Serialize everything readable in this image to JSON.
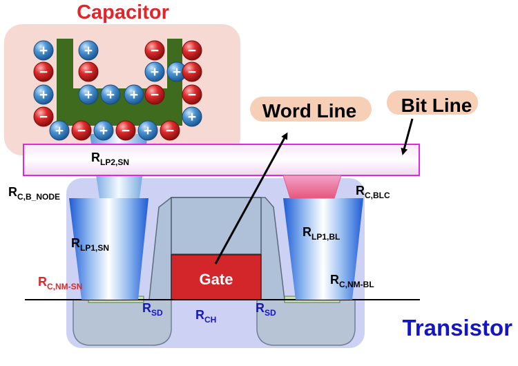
{
  "labels": {
    "capacitor": "Capacitor",
    "word_line": "Word Line",
    "bit_line": "Bit Line",
    "transistor": "Transistor",
    "gate": "Gate",
    "r_lp2_sn": {
      "main": "R",
      "sub": "LP2,SN"
    },
    "r_c_b_node": {
      "main": "R",
      "sub": "C,B_NODE"
    },
    "r_c_blc": {
      "main": "R",
      "sub": "C,BLC"
    },
    "r_lp1_sn": {
      "main": "R",
      "sub": "LP1,SN"
    },
    "r_lp1_bl": {
      "main": "R",
      "sub": "LP1,BL"
    },
    "r_c_nm_sn": {
      "main": "R",
      "sub": "C,NM-SN"
    },
    "r_c_nm_bl": {
      "main": "R",
      "sub": "C,NM-BL"
    },
    "r_sd_left": {
      "main": "R",
      "sub": "SD"
    },
    "r_sd_right": {
      "main": "R",
      "sub": "SD"
    },
    "r_ch": {
      "main": "R",
      "sub": "CH"
    }
  },
  "charges": {
    "plus": "+",
    "minus": "−"
  },
  "colors": {
    "capacitor_title": "#e0262b",
    "transistor_title": "#1515c8",
    "gate_fill": "#d2262a",
    "electrode": "#3f6b1e",
    "bitline_border": "#e026e0",
    "positive_charge": "#3a86c8",
    "negative_charge": "#d62828",
    "nm_sn_label": "#e0262b"
  }
}
